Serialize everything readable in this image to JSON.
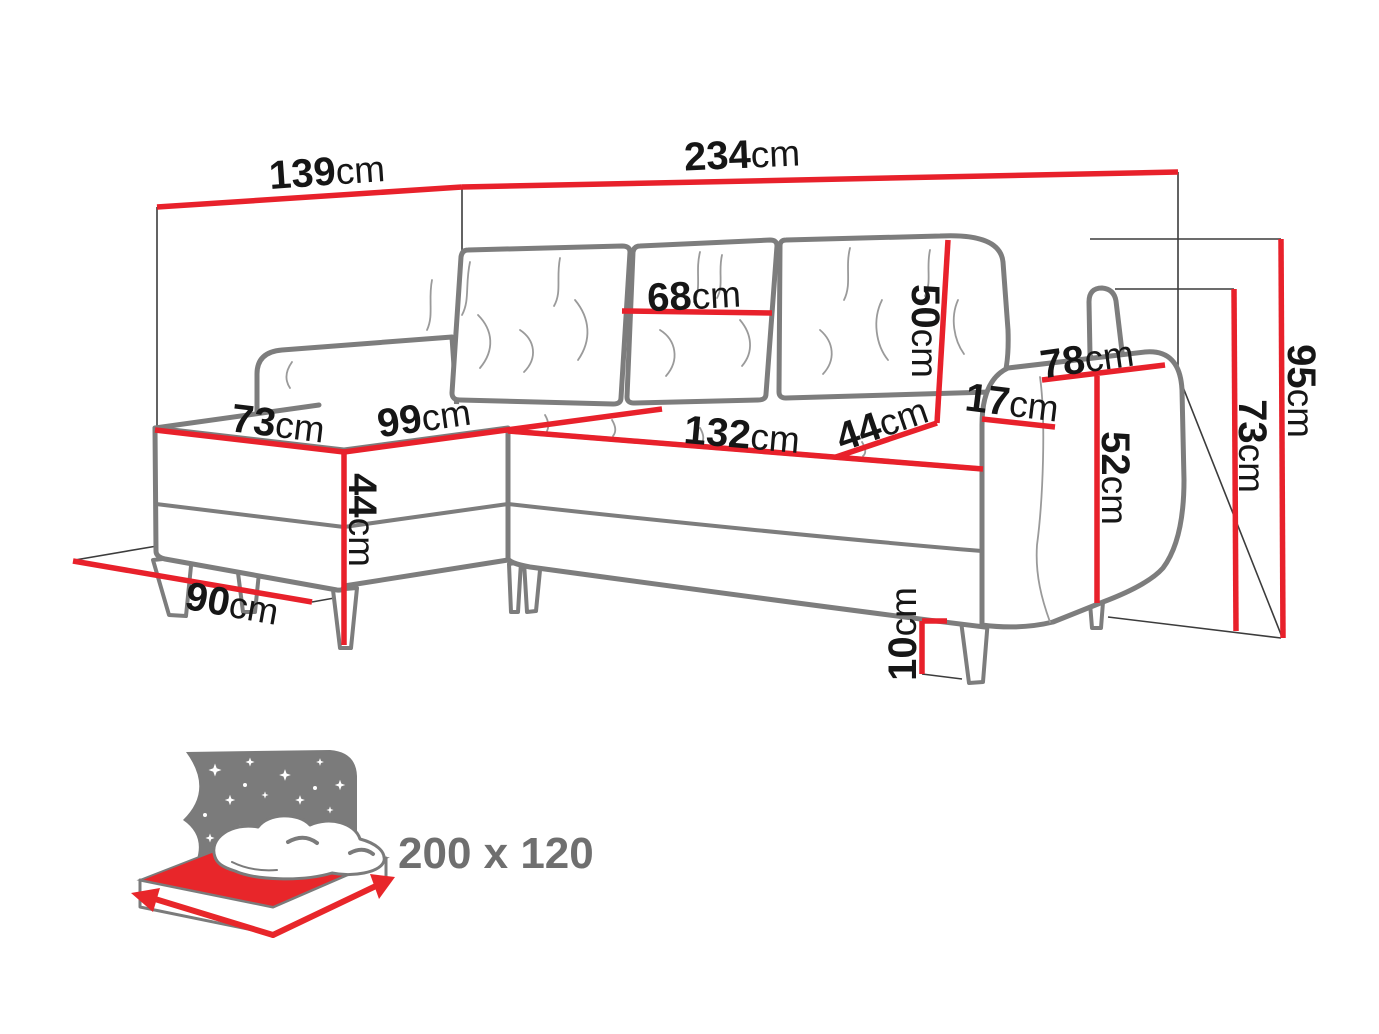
{
  "page": {
    "background": "#ffffff",
    "title": "Corner sofa dimensions diagram"
  },
  "colors": {
    "dimension_red": "#e8212b",
    "sofa_outline_gray": "#7d7d7d",
    "guide_line_dark": "#3c3c3c",
    "label_black": "#161616",
    "icon_panel_gray": "#7b7b7b",
    "icon_text_gray": "#6f6f6f"
  },
  "diagram": {
    "dims": {
      "left_depth": {
        "value": "139",
        "unit": "cm"
      },
      "back_width": {
        "value": "234",
        "unit": "cm"
      },
      "cushion_width": {
        "value": "68",
        "unit": "cm"
      },
      "backrest_height": {
        "value": "50",
        "unit": "cm"
      },
      "armrest_depth": {
        "value": "78",
        "unit": "cm"
      },
      "armrest_width": {
        "value": "17",
        "unit": "cm"
      },
      "chaise_width": {
        "value": "73",
        "unit": "cm"
      },
      "chaise_length": {
        "value": "99",
        "unit": "cm"
      },
      "seat_width": {
        "value": "132",
        "unit": "cm"
      },
      "seat_depth": {
        "value": "44",
        "unit": "cm"
      },
      "seat_height": {
        "value": "44",
        "unit": "cm"
      },
      "front_depth": {
        "value": "90",
        "unit": "cm"
      },
      "armrest_height": {
        "value": "52",
        "unit": "cm"
      },
      "back_section_height": {
        "value": "73",
        "unit": "cm"
      },
      "total_height": {
        "value": "95",
        "unit": "cm"
      },
      "leg_height": {
        "value": "10",
        "unit": "cm"
      }
    },
    "sleeping": {
      "size_label": "200 x 120",
      "icon": "bed-night-stars-icon"
    }
  }
}
